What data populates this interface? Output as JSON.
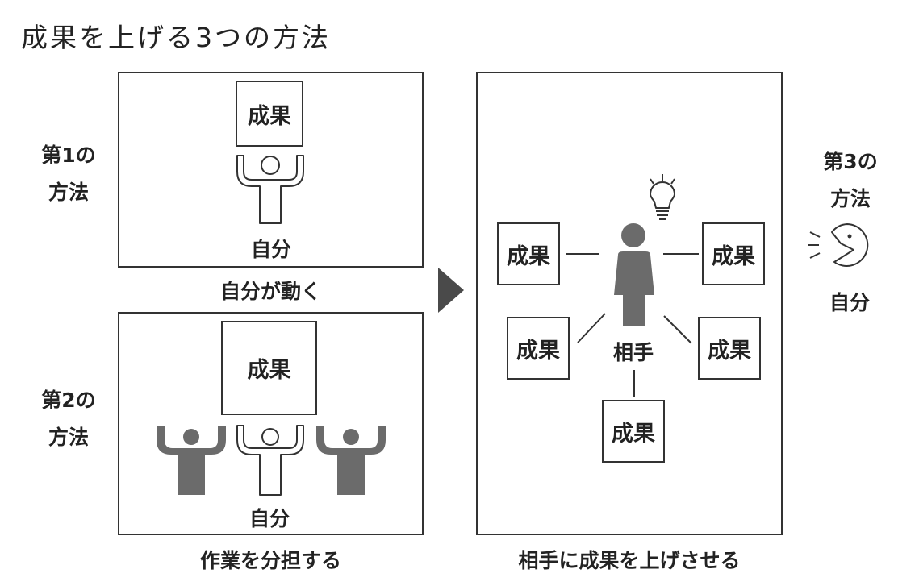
{
  "title": "成果を上げる3つの方法",
  "method1": {
    "label_line1": "第1の",
    "label_line2": "方法",
    "result_box": "成果",
    "person_label": "自分",
    "caption": "自分が動く"
  },
  "method2": {
    "label_line1": "第2の",
    "label_line2": "方法",
    "result_box": "成果",
    "person_label": "自分",
    "caption": "作業を分担する"
  },
  "method3": {
    "label_line1": "第3の",
    "label_line2": "方法",
    "self_label": "自分",
    "partner_label": "相手",
    "result_boxes": [
      "成果",
      "成果",
      "成果",
      "成果",
      "成果"
    ],
    "caption": "相手に成果を上げさせる"
  },
  "colors": {
    "line": "#333333",
    "figure_gray": "#6b6b6b",
    "background": "#ffffff"
  },
  "icons": [
    "lightbulb-icon",
    "speaking-face-icon",
    "arrow-right-icon"
  ]
}
